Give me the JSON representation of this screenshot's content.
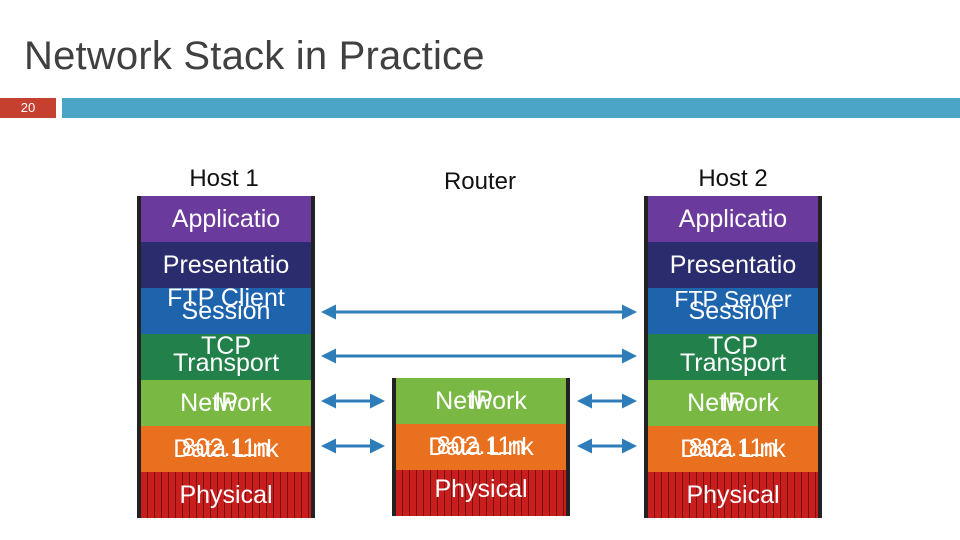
{
  "slide": {
    "title": "Network Stack in Practice",
    "number": "20"
  },
  "colors": {
    "application": "#6a3a9c",
    "presentation": "#2a2c6e",
    "session": "#1e64ad",
    "transport": "#22804a",
    "network": "#7ab844",
    "data_link": "#e8701f",
    "physical": "#c81e1e",
    "arrow": "#2f7db8",
    "accent_bar": "#4aa5c7",
    "number_box": "#c5402e"
  },
  "host1": {
    "title": "Host 1",
    "application": "Applicatio",
    "presentation": "Presentatio",
    "session": "Session",
    "session_overlay": "FTP Client",
    "transport": "Transport",
    "transport_overlay": "TCP",
    "network": "Network",
    "network_overlay": "IP",
    "data_link": "Data Link",
    "data_link_overlay": "802.11n",
    "physical": "Physical"
  },
  "router": {
    "title": "Router",
    "network": "Network",
    "network_overlay": "IP",
    "data_link": "Data Link",
    "data_link_overlay": "802.11n",
    "physical": "Physical"
  },
  "host2": {
    "title": "Host 2",
    "application": "Applicatio",
    "presentation": "Presentatio",
    "session": "Session",
    "session_overlay": "FTP Server",
    "transport": "Transport",
    "transport_overlay": "TCP",
    "network": "Network",
    "network_overlay": "IP",
    "data_link": "Data Link",
    "data_link_overlay": "802.11n",
    "physical": "Physical"
  }
}
